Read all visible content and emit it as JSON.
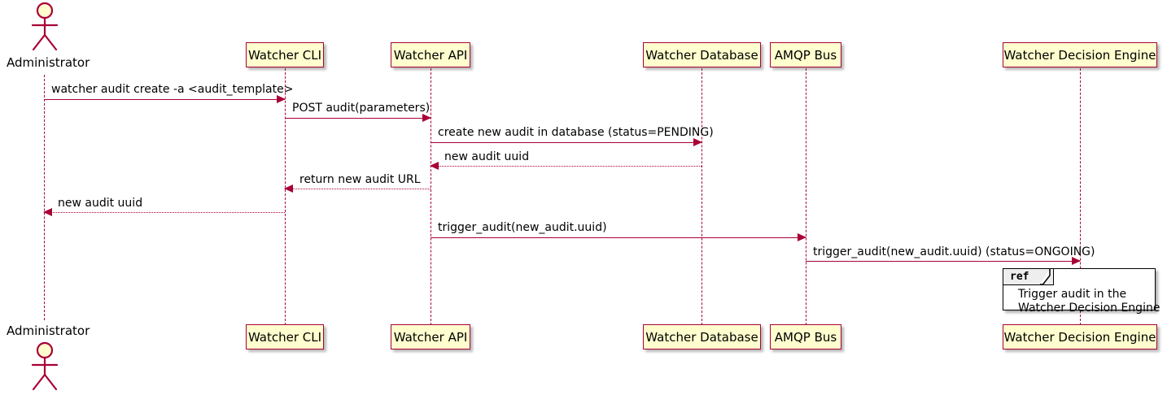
{
  "diagram": {
    "type": "uml-sequence-diagram",
    "title": "Watcher audit creation sequence",
    "colors": {
      "participant_fill": "#FEFECE",
      "participant_border": "#A80036",
      "lifeline": "#A80036",
      "arrow": "#A80036",
      "text": "#000000",
      "ref_border": "#000000",
      "ref_fill": "#FFFFFF",
      "ref_tab_fill": "#EEEEEE",
      "background": "#FFFFFF"
    }
  },
  "actors": [
    {
      "name": "Administrator",
      "label": "Administrator",
      "position": "left"
    }
  ],
  "participants": [
    {
      "key": "cli",
      "label": "Watcher CLI"
    },
    {
      "key": "api",
      "label": "Watcher API"
    },
    {
      "key": "database",
      "label": "Watcher Database"
    },
    {
      "key": "amqp",
      "label": "AMQP Bus"
    },
    {
      "key": "engine",
      "label": "Watcher Decision Engine"
    }
  ],
  "messages": [
    {
      "index": 0,
      "from": "Administrator",
      "to": "cli",
      "label": "watcher audit create -a <audit_template>",
      "style": "solid",
      "direction": "right"
    },
    {
      "index": 1,
      "from": "cli",
      "to": "api",
      "label": "POST audit(parameters)",
      "style": "solid",
      "direction": "right"
    },
    {
      "index": 2,
      "from": "api",
      "to": "database",
      "label": "create new audit in database (status=PENDING)",
      "style": "solid",
      "direction": "right"
    },
    {
      "index": 3,
      "from": "database",
      "to": "api",
      "label": "new audit uuid",
      "style": "dotted",
      "direction": "left"
    },
    {
      "index": 4,
      "from": "api",
      "to": "cli",
      "label": "return new audit URL",
      "style": "dotted",
      "direction": "left"
    },
    {
      "index": 5,
      "from": "cli",
      "to": "Administrator",
      "label": "new audit uuid",
      "style": "dotted",
      "direction": "left"
    },
    {
      "index": 6,
      "from": "api",
      "to": "amqp",
      "label": "trigger_audit(new_audit.uuid)",
      "style": "solid",
      "direction": "right"
    },
    {
      "index": 7,
      "from": "amqp",
      "to": "engine",
      "label": "trigger_audit(new_audit.uuid) (status=ONGOING)",
      "style": "solid",
      "direction": "right"
    }
  ],
  "ref_fragment": {
    "keyword": "ref",
    "lines": [
      "Trigger audit in the",
      "Watcher Decision Engine"
    ],
    "over": "engine"
  }
}
